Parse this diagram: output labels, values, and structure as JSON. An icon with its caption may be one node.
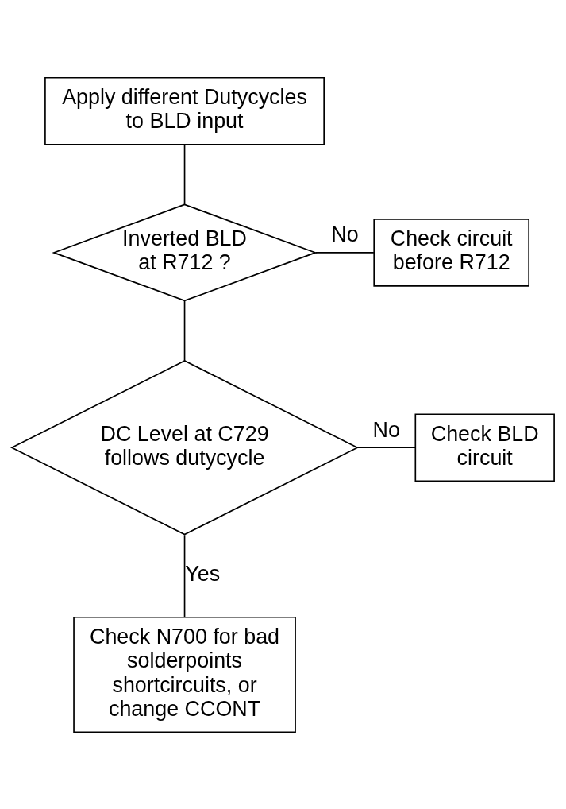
{
  "diagram": {
    "nodes": [
      {
        "text": [
          "Apply different Dutycycles to BLD input"
        ]
      },
      {
        "text": [
          "Inverted BLD at R712 ?"
        ]
      },
      {
        "text": [
          "Check circuit before R712"
        ]
      },
      {
        "text": [
          "DC Level at C729 follows dutycycle"
        ]
      },
      {
        "text": [
          "Check BLD circuit"
        ]
      },
      {
        "text": [
          "Check N700 for bad solderpoints shortcircuits, or change CCONT"
        ]
      }
    ],
    "edges": [
      {
        "from": 0,
        "to": 1,
        "arrow": "none"
      },
      {
        "from": 1,
        "to": 2,
        "arrow": "none",
        "label": "No"
      },
      {
        "from": 1,
        "to": 3,
        "arrow": "none"
      },
      {
        "from": 3,
        "to": 4,
        "arrow": "none",
        "label": "No"
      },
      {
        "from": 3,
        "to": 5,
        "arrow": "none",
        "label": "Yes"
      }
    ]
  }
}
